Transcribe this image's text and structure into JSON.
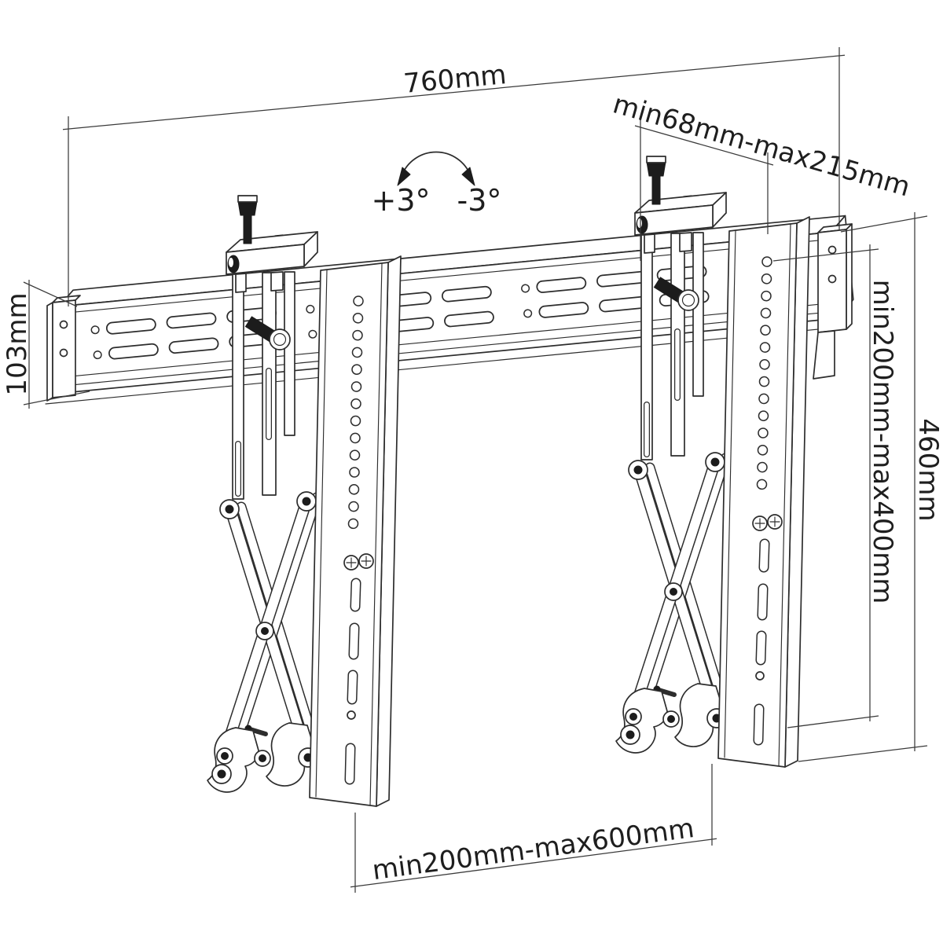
{
  "diagram": {
    "dimensions": {
      "rail_width": "760mm",
      "wall_distance_range": "min68mm-max215mm",
      "rail_height": "103mm",
      "total_height": "460mm",
      "vesa_vertical_range": "min200mm-max400mm",
      "vesa_horizontal_range": "min200mm-max600mm"
    },
    "tilt": {
      "positive": "+3°",
      "negative": "-3°"
    },
    "colors": {
      "stroke": "#2d2d2d",
      "background": "#ffffff"
    }
  }
}
